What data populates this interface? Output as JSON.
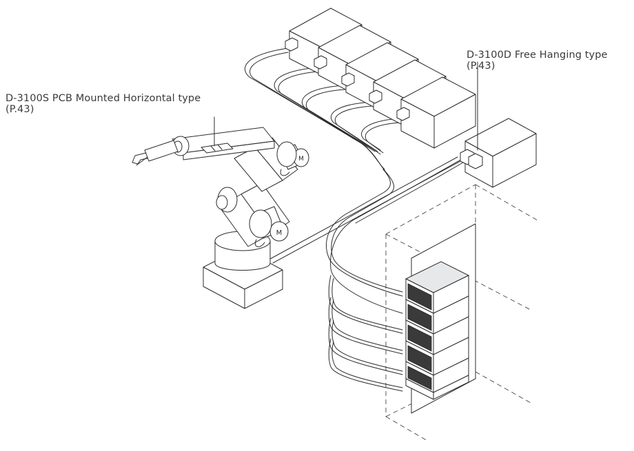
{
  "callouts": {
    "pcb_mounted": {
      "line1": "D-3100S PCB Mounted Horizontal type",
      "line2": "(P.43)"
    },
    "free_hanging": {
      "line1": "D-3100D Free Hanging type",
      "line2": "(P.43)"
    }
  },
  "motor_labels": {
    "upper": "M",
    "lower": "M"
  },
  "colors": {
    "line": "#2b2b2b",
    "text": "#3a3a3a",
    "rack_face": "#e6e8ea"
  }
}
